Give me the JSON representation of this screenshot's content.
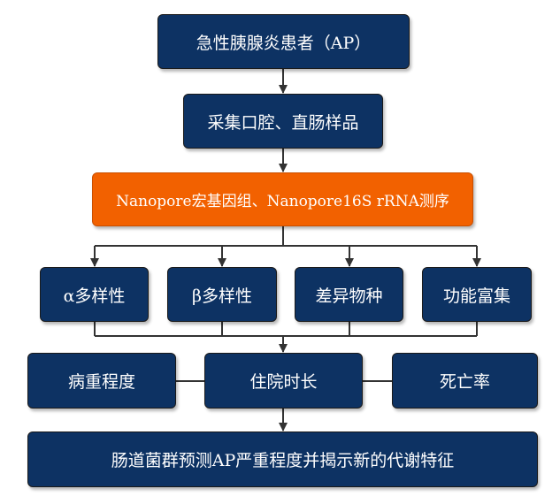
{
  "nodes": {
    "patients": "急性胰腺炎患者（AP）",
    "sampling": "采集口腔、直肠样品",
    "sequencing": "Nanopore宏基因组、Nanopore16S rRNA测序",
    "alpha": "α多样性",
    "beta": "β多样性",
    "diff": "差异物种",
    "func": "功能富集",
    "severity": "病重程度",
    "stay": "住院时长",
    "mortality": "死亡率",
    "conclusion": "肠道菌群预测AP严重程度并揭示新的代谢特征"
  },
  "colors": {
    "box_fill": "#0d3263",
    "highlight_fill": "#f26100",
    "connector": "#333333"
  }
}
